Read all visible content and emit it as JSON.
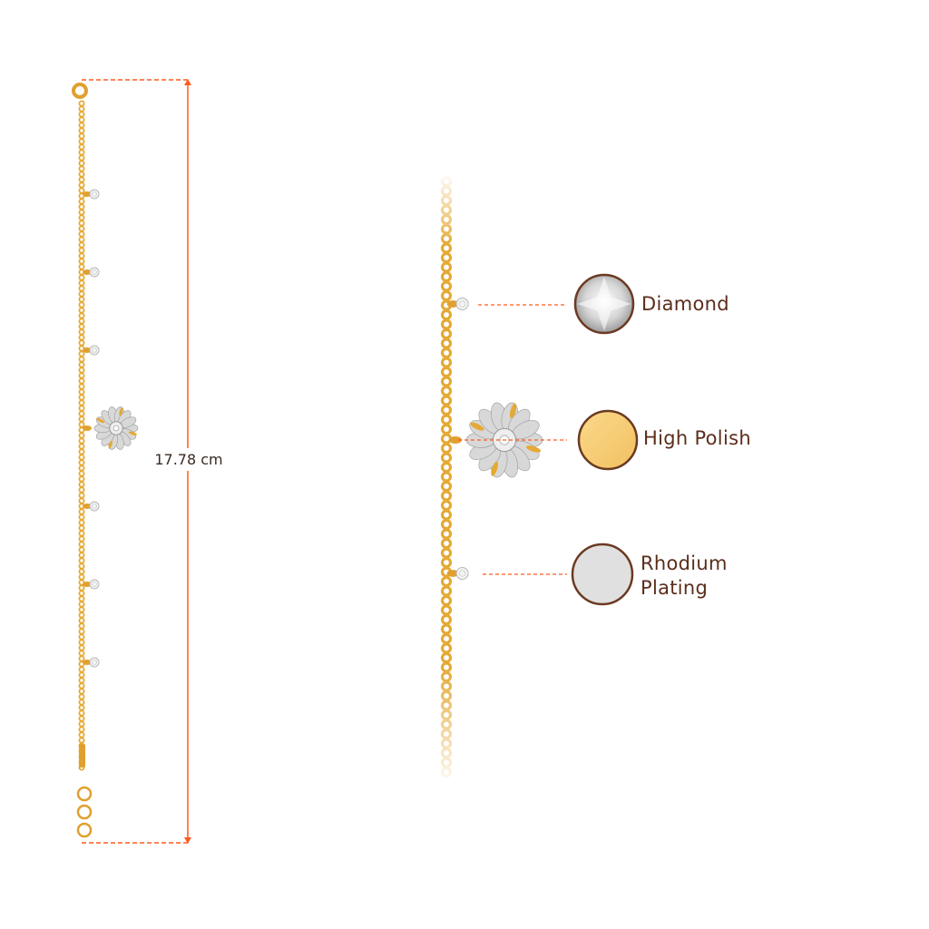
{
  "measurement": {
    "length_label": "17.78 cm"
  },
  "legend": [
    {
      "label": "Diamond",
      "icon": "diamond-swatch-icon",
      "color": "#e8e8e8"
    },
    {
      "label": "High Polish",
      "icon": "gold-swatch-icon",
      "color": "#f6cf78"
    },
    {
      "label": "Rhodium",
      "label2": "Plating",
      "icon": "rhodium-swatch-icon",
      "color": "#e0e0e0"
    }
  ],
  "colors": {
    "accent": "#ff5a1f",
    "gold": "#e8b13a",
    "border": "#6b3a22",
    "text": "#5b2e1c"
  }
}
